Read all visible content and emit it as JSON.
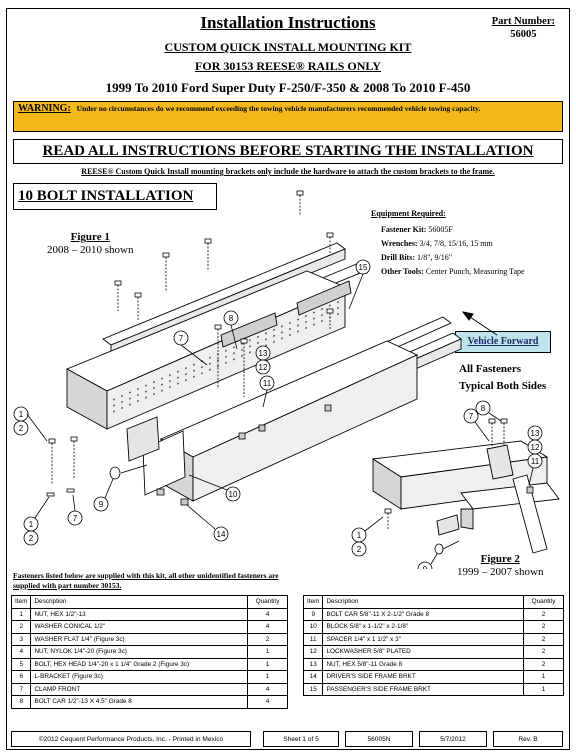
{
  "header": {
    "title": "Installation Instructions",
    "part_label": "Part Number:",
    "part_number": "56005",
    "subtitle1": "CUSTOM QUICK INSTALL MOUNTING KIT",
    "subtitle2": "FOR 30153 REESE® RAILS ONLY",
    "vehicles": "1999 To 2010 Ford Super Duty F-250/F-350 & 2008 To 2010 F-450"
  },
  "warning": {
    "label": "WARNING:",
    "text": "Under no circumstances do we recommend exceeding the towing vehicle manufacturers recommended vehicle towing capacity."
  },
  "read_all": "READ ALL INSTRUCTIONS BEFORE STARTING THE INSTALLATION",
  "hardware_note": "REESE® Custom Quick Install mounting brackets only include the hardware to attach the custom brackets to the frame.",
  "section_title": "10 BOLT INSTALLATION",
  "figure1": {
    "label": "Figure 1",
    "caption": "2008 – 2010 shown"
  },
  "figure2": {
    "label": "Figure 2",
    "caption": "1999 – 2007 shown"
  },
  "equipment": {
    "heading": "Equipment Required:",
    "rows": [
      {
        "label": "Fastener Kit:",
        "value": "56005F"
      },
      {
        "label": "Wrenches:",
        "value": "3/4, 7/8, 15/16, 15 mm"
      },
      {
        "label": "Drill Bits:",
        "value": "1/8\", 9/16\""
      },
      {
        "label": "Other Tools:",
        "value": "Center Punch, Measuring Tape"
      }
    ]
  },
  "vehicle_forward": "Vehicle Forward",
  "fasteners_note": {
    "line1": "All Fasteners",
    "line2": "Typical Both Sides"
  },
  "callouts": {
    "c1": "1",
    "c2": "2",
    "c7": "7",
    "c8": "8",
    "c9": "9",
    "c10": "10",
    "c11": "11",
    "c12": "12",
    "c13": "13",
    "c14": "14",
    "c15": "15"
  },
  "list_note": "Fasteners listed below are supplied with this kit, all other unidentified fasteners are supplied with part number 30153.",
  "parts_table": {
    "headers": {
      "item": "Item",
      "description": "Description",
      "quantity": "Quantity"
    },
    "left": [
      {
        "item": "1",
        "description": "NUT, HEX 1/2\"-13",
        "qty": "4"
      },
      {
        "item": "2",
        "description": "WASHER CONICAL 1/2\"",
        "qty": "4"
      },
      {
        "item": "3",
        "description": "WASHER FLAT 1/4\" (Figure 3c)",
        "qty": "2"
      },
      {
        "item": "4",
        "description": "NUT, NYLOK 1/4\"-20 (Figure 3c)",
        "qty": "1"
      },
      {
        "item": "5",
        "description": "BOLT, HEX HEAD 1/4\"-20 x 1 1/4\" Grade 2 (Figure 3c)",
        "qty": "1"
      },
      {
        "item": "6",
        "description": "L-BRACKET (Figure 3c)",
        "qty": "1"
      },
      {
        "item": "7",
        "description": "CLAMP FRONT",
        "qty": "4"
      },
      {
        "item": "8",
        "description": "BOLT CAR 1/2\"-13 X 4.5\" Grade 8",
        "qty": "4"
      }
    ],
    "right": [
      {
        "item": "9",
        "description": "BOLT CAR 5/8\"-11 X 2-1/2\" Grade 8",
        "qty": "2"
      },
      {
        "item": "10",
        "description": "BLOCK 5/8\" x 1-1/2\" x 2-1/8\"",
        "qty": "2"
      },
      {
        "item": "11",
        "description": "SPACER 1/4\" x 1 1/2\" x 3\"",
        "qty": "2"
      },
      {
        "item": "12",
        "description": "LOCKWASHER 5/8\" PLATED",
        "qty": "2"
      },
      {
        "item": "13",
        "description": "NUT, HEX 5/8\"-11 Grade 8",
        "qty": "2"
      },
      {
        "item": "14",
        "description": "DRIVER'S SIDE FRAME BRKT",
        "qty": "1"
      },
      {
        "item": "15",
        "description": "PASSENGER'S SIDE FRAME BRKT",
        "qty": "1"
      }
    ]
  },
  "footer": {
    "copyright": "©2012 Cequent Performance Products, Inc. - Printed in Mexico",
    "sheet": "Sheet 1 of 5",
    "doc_number": "56005N",
    "date": "5/7/2012",
    "revision": "Rev. B"
  }
}
